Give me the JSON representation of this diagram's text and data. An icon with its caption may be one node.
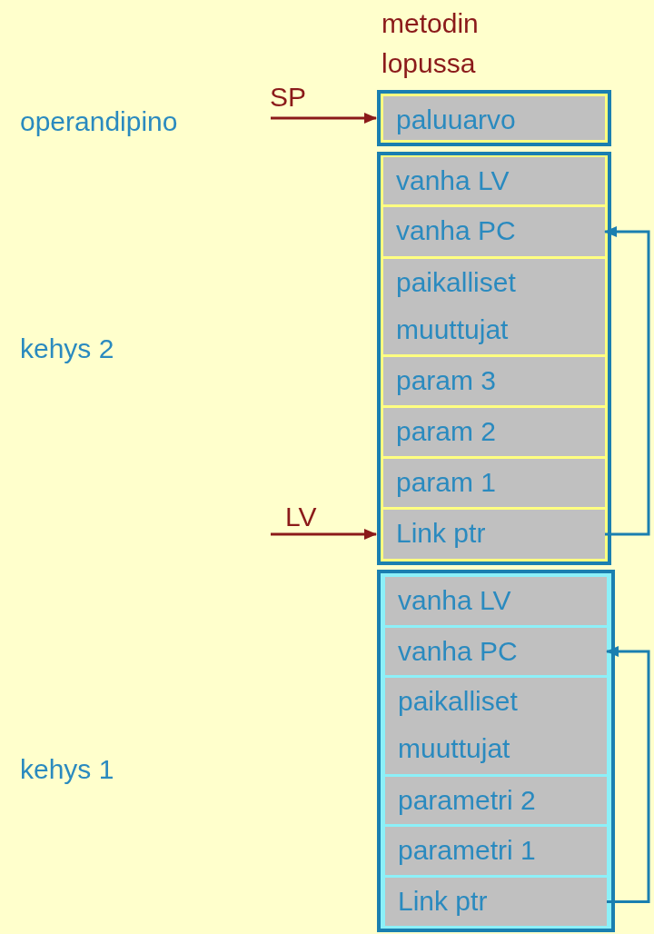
{
  "diagram": {
    "nodes": [
      {
        "text": [],
        "shape": "box"
      },
      {
        "text": [
          "paluuarvo"
        ],
        "in": 0
      },
      {
        "text": [],
        "shape": "box"
      },
      {
        "text": [
          "vanha LV"
        ],
        "in": 2
      },
      {
        "text": [
          "vanha PC"
        ],
        "in": 2
      },
      {
        "text": [
          "paikalliset muuttujat"
        ],
        "in": 2
      },
      {
        "text": [
          "param 3"
        ],
        "in": 2
      },
      {
        "text": [
          "param 2"
        ],
        "in": 2
      },
      {
        "text": [
          "param 1"
        ],
        "in": 2
      },
      {
        "text": [
          "Link ptr"
        ],
        "in": 2
      },
      {
        "text": [],
        "shape": "box"
      },
      {
        "text": [
          "vanha LV"
        ],
        "in": 10
      },
      {
        "text": [
          "vanha PC"
        ],
        "in": 10
      },
      {
        "text": [
          "paikalliset muuttujat"
        ],
        "in": 10
      },
      {
        "text": [
          "parametri 2"
        ],
        "in": 10
      },
      {
        "text": [
          "parametri 1"
        ],
        "in": 10
      },
      {
        "text": [
          "Link ptr"
        ],
        "in": 10
      }
    ],
    "edges": [
      {
        "from": null,
        "to": 1,
        "arrow": "to",
        "label": "SP",
        "color": "#8b1a1a"
      },
      {
        "from": null,
        "to": 9,
        "arrow": "to",
        "label": "LV",
        "color": "#8b1a1a"
      },
      {
        "from": 9,
        "to": 4,
        "arrow": "to",
        "color": "#1a7fb0"
      },
      {
        "from": 16,
        "to": 12,
        "arrow": "to",
        "color": "#1a7fb0"
      }
    ],
    "labels": [
      "metodin lopussa",
      "operandipino",
      "kehys 2",
      "kehys 1"
    ]
  }
}
